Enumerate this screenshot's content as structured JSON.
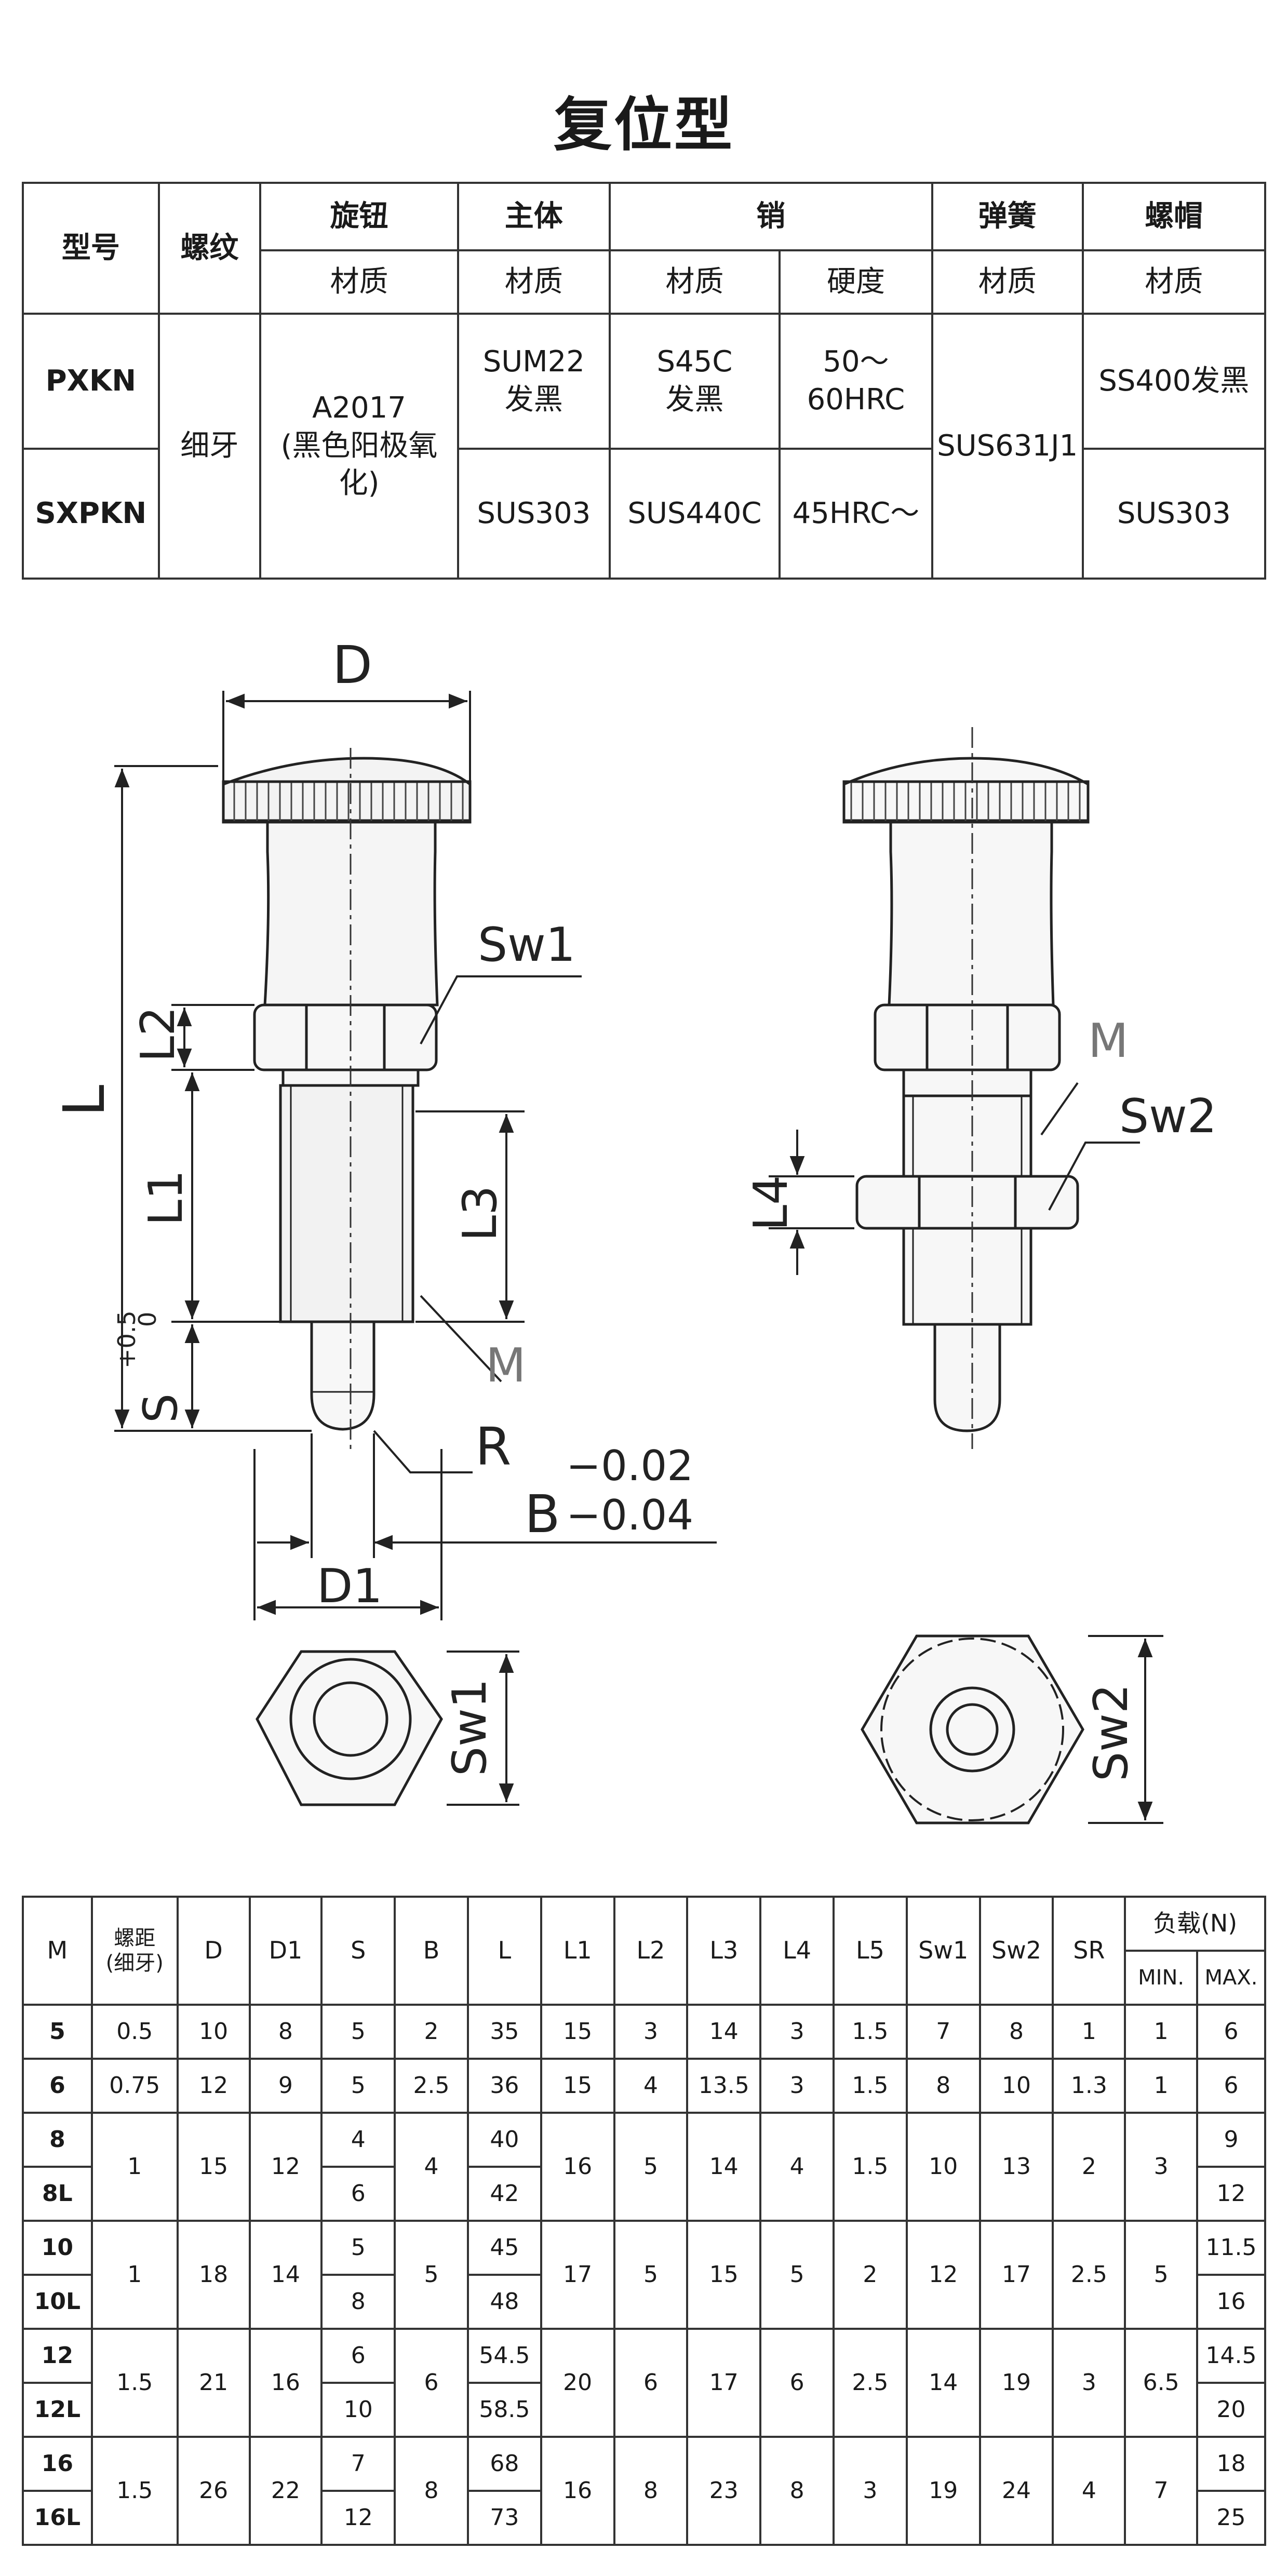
{
  "title": "复位型",
  "material_table": {
    "headers": {
      "model": "型号",
      "thread": "螺纹",
      "knob": "旋钮",
      "body": "主体",
      "pin": "销",
      "spring": "弹簧",
      "nut": "螺帽",
      "material": "材质",
      "hardness": "硬度"
    },
    "rows": [
      {
        "model": "PXKN",
        "body": "SUM22\n发黑",
        "pin_material": "S45C\n发黑",
        "pin_hardness": "50～\n60HRC",
        "nut": "SS400发黑"
      },
      {
        "model": "SXPKN",
        "body": "SUS303",
        "pin_material": "SUS440C",
        "pin_hardness": "45HRC～",
        "nut": "SUS303"
      }
    ],
    "shared": {
      "thread": "细牙",
      "knob": "A2017\n(黑色阳极氧\n化)",
      "spring": "SUS631J1"
    }
  },
  "drawing_labels": {
    "D": "D",
    "D1": "D1",
    "L": "L",
    "L1": "L1",
    "L2": "L2",
    "L3": "L3",
    "L4": "L4",
    "S": "S",
    "S_tol_upper": "+0.5",
    "S_tol_lower": "0",
    "Sw1": "Sw1",
    "Sw2": "Sw2",
    "M": "M",
    "R": "R",
    "B": "B",
    "B_tol_1": "−0.02",
    "B_tol_2": "−0.04"
  },
  "spec_table": {
    "headers": {
      "M": "M",
      "pitch": "螺距\n(细牙)",
      "D": "D",
      "D1": "D1",
      "S": "S",
      "B": "B",
      "L": "L",
      "L1": "L1",
      "L2": "L2",
      "L3": "L3",
      "L4": "L4",
      "L5": "L5",
      "Sw1": "Sw1",
      "Sw2": "Sw2",
      "SR": "SR",
      "load": "负载(N)",
      "min": "MIN.",
      "max": "MAX."
    },
    "rows": [
      {
        "M": "5",
        "pitch": "0.5",
        "D": "10",
        "D1": "8",
        "S": "5",
        "B": "2",
        "L": "35",
        "L1": "15",
        "L2": "3",
        "L3": "14",
        "L4": "3",
        "L5": "1.5",
        "Sw1": "7",
        "Sw2": "8",
        "SR": "1",
        "min": "1",
        "max": "6"
      },
      {
        "M": "6",
        "pitch": "0.75",
        "D": "12",
        "D1": "9",
        "S": "5",
        "B": "2.5",
        "L": "36",
        "L1": "15",
        "L2": "4",
        "L3": "13.5",
        "L4": "3",
        "L5": "1.5",
        "Sw1": "8",
        "Sw2": "10",
        "SR": "1.3",
        "min": "1",
        "max": "6"
      }
    ],
    "groups": [
      {
        "M": [
          "8",
          "8L"
        ],
        "pitch": "1",
        "D": "15",
        "D1": "12",
        "S": [
          "4",
          "6"
        ],
        "B": "4",
        "L": [
          "40",
          "42"
        ],
        "L1": "16",
        "L2": "5",
        "L3": "14",
        "L4": "4",
        "L5": "1.5",
        "Sw1": "10",
        "Sw2": "13",
        "SR": "2",
        "min": "3",
        "max": [
          "9",
          "12"
        ]
      },
      {
        "M": [
          "10",
          "10L"
        ],
        "pitch": "1",
        "D": "18",
        "D1": "14",
        "S": [
          "5",
          "8"
        ],
        "B": "5",
        "L": [
          "45",
          "48"
        ],
        "L1": "17",
        "L2": "5",
        "L3": "15",
        "L4": "5",
        "L5": "2",
        "Sw1": "12",
        "Sw2": "17",
        "SR": "2.5",
        "min": "5",
        "max": [
          "11.5",
          "16"
        ]
      },
      {
        "M": [
          "12",
          "12L"
        ],
        "pitch": "1.5",
        "D": "21",
        "D1": "16",
        "S": [
          "6",
          "10"
        ],
        "B": "6",
        "L": [
          "54.5",
          "58.5"
        ],
        "L1": "20",
        "L2": "6",
        "L3": "17",
        "L4": "6",
        "L5": "2.5",
        "Sw1": "14",
        "Sw2": "19",
        "SR": "3",
        "min": "6.5",
        "max": [
          "14.5",
          "20"
        ]
      },
      {
        "M": [
          "16",
          "16L"
        ],
        "pitch": "1.5",
        "D": "26",
        "D1": "22",
        "S": [
          "7",
          "12"
        ],
        "B": "8",
        "L": [
          "68",
          "73"
        ],
        "L1": "16",
        "L2": "8",
        "L3": "23",
        "L4": "8",
        "L5": "3",
        "Sw1": "19",
        "Sw2": "24",
        "SR": "4",
        "min": "7",
        "max": [
          "18",
          "25"
        ]
      }
    ]
  }
}
